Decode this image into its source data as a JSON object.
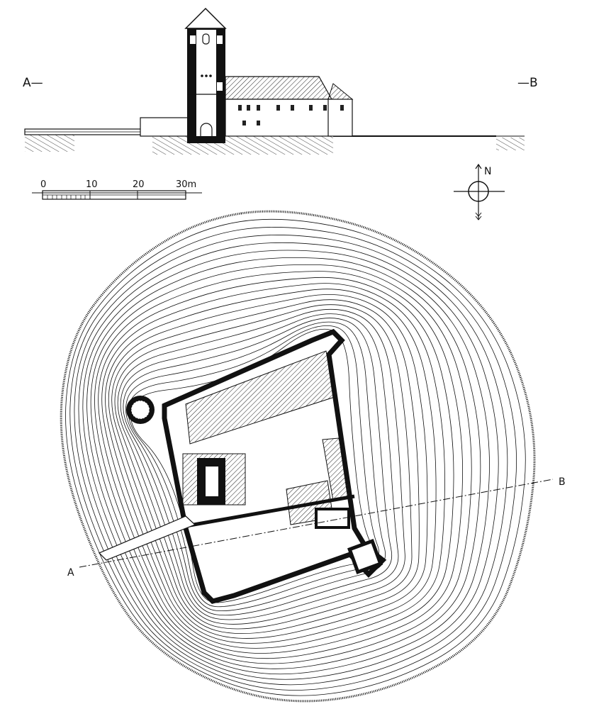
{
  "elevation": {
    "label_left": "A—",
    "label_right": "—B"
  },
  "scale_bar": {
    "ticks": [
      "0",
      "10",
      "20",
      "30m"
    ],
    "unit": "m"
  },
  "compass": {
    "north_label": "N"
  },
  "plan": {
    "section_label_a": "A",
    "section_label_b": "B"
  },
  "colors": {
    "ink": "#111111",
    "paper": "#ffffff"
  }
}
